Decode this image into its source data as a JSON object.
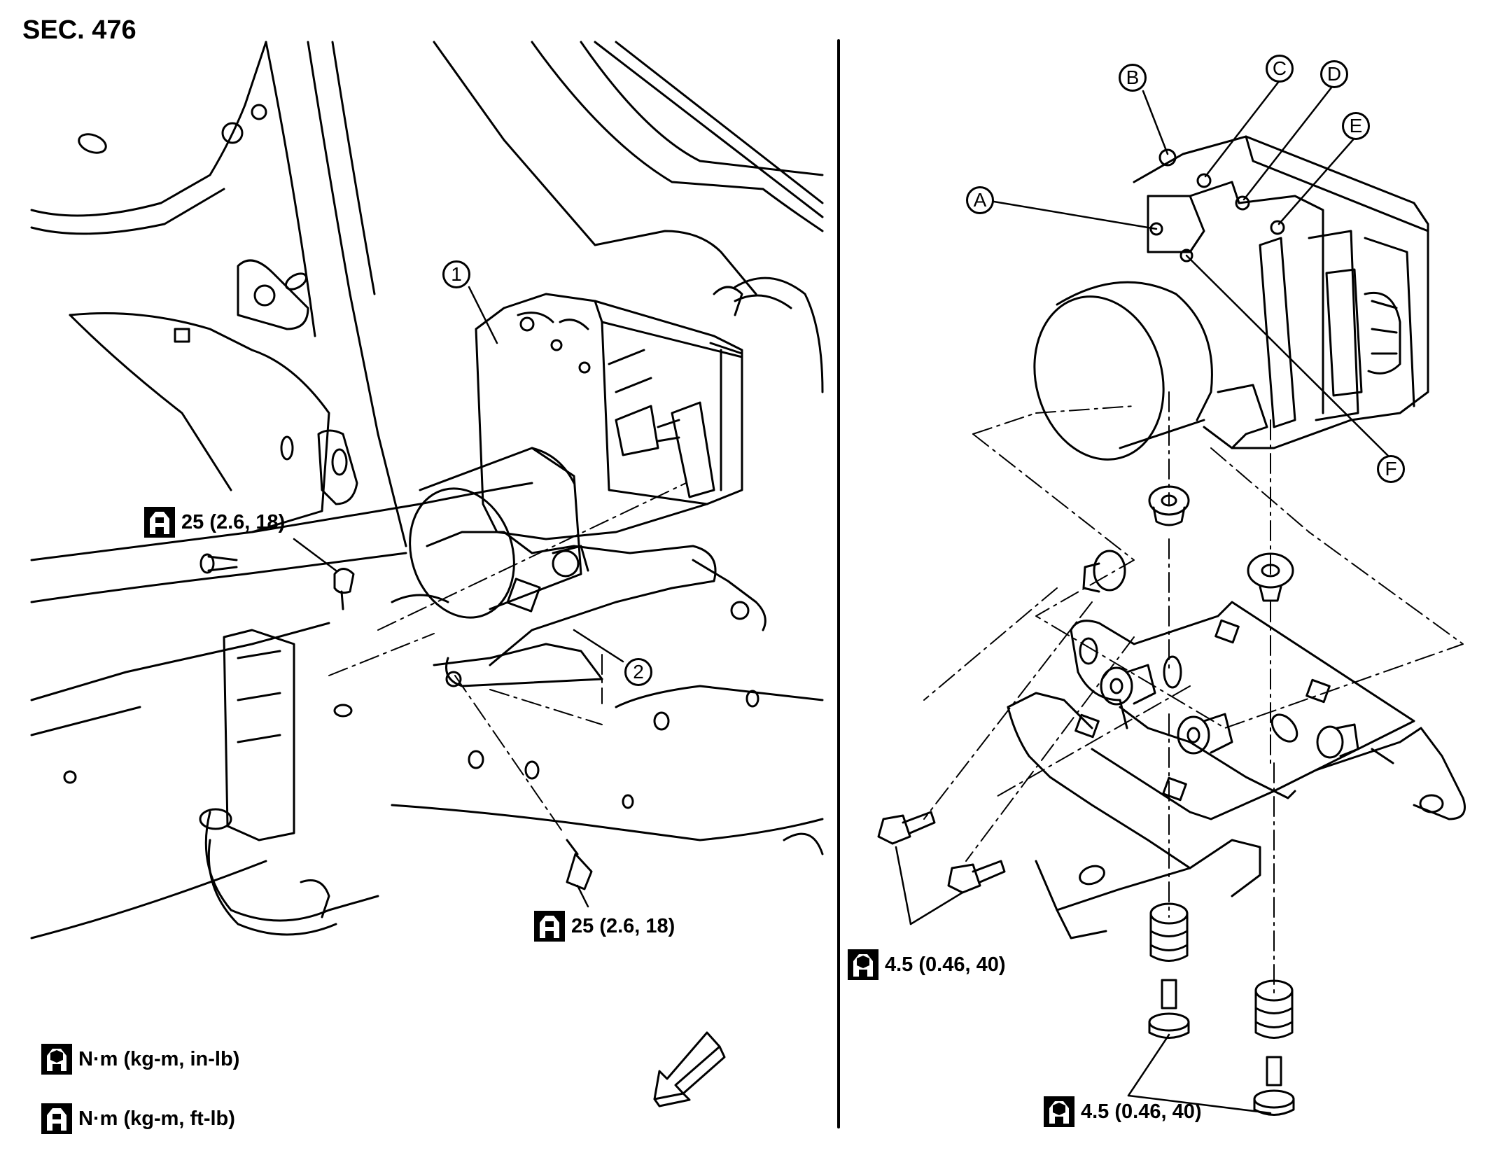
{
  "section": "SEC. 476",
  "part_callouts": [
    "1",
    "2"
  ],
  "point_callouts": [
    "A",
    "B",
    "C",
    "D",
    "E",
    "F"
  ],
  "torque_specs": {
    "left_upper": "25 (2.6, 18)",
    "left_lower": "25 (2.6, 18)",
    "right_bolts": "4.5 (0.46, 40)",
    "right_bottom": "4.5 (0.46, 40)"
  },
  "legend": {
    "in_lb": "N·m (kg-m, in-lb)",
    "ft_lb": "N·m (kg-m, ft-lb)"
  },
  "icons": {
    "in_lb": "socket-wrench-filled-icon",
    "ft_lb": "open-wrench-outline-icon",
    "direction": "front-arrow-icon"
  }
}
